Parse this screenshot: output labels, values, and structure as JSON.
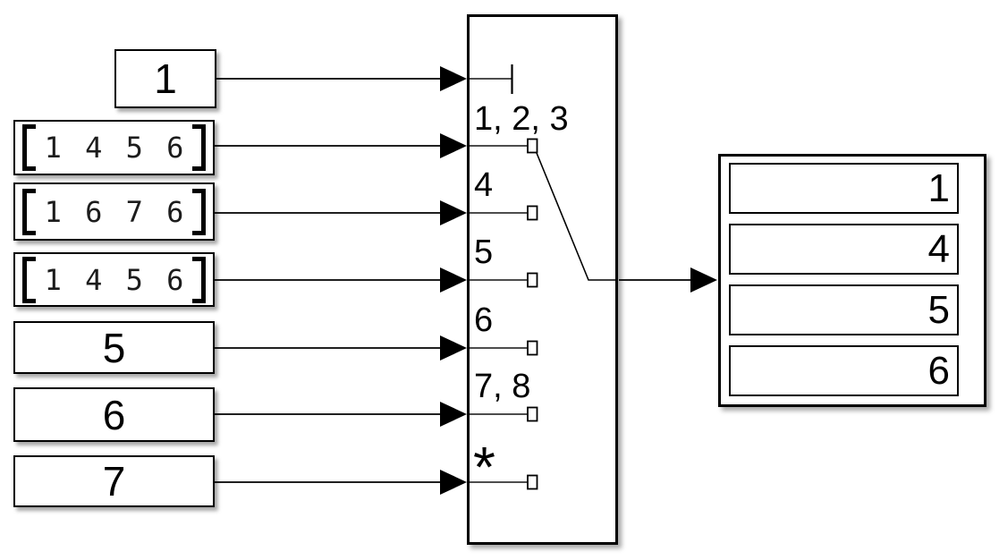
{
  "colors": {
    "background": "#ffffff",
    "block_border": "#000000",
    "wire": "#000000",
    "port_stub": "#4d4d4d"
  },
  "sources": [
    {
      "kind": "scalar",
      "label": "1"
    },
    {
      "kind": "vector",
      "label": "1 4 5 6"
    },
    {
      "kind": "vector",
      "label": "1 6 7 6"
    },
    {
      "kind": "vector",
      "label": "1 4 5 6"
    },
    {
      "kind": "scalar",
      "label": "5"
    },
    {
      "kind": "scalar",
      "label": "6"
    },
    {
      "kind": "scalar",
      "label": "7"
    }
  ],
  "multiport_switch": {
    "port_labels": [
      "1, 2, 3",
      "4",
      "5",
      "6",
      "7, 8",
      "*"
    ],
    "selected_port_label": "1, 2, 3",
    "default_port_label": "*"
  },
  "display": {
    "values": [
      "1",
      "4",
      "5",
      "6"
    ]
  }
}
